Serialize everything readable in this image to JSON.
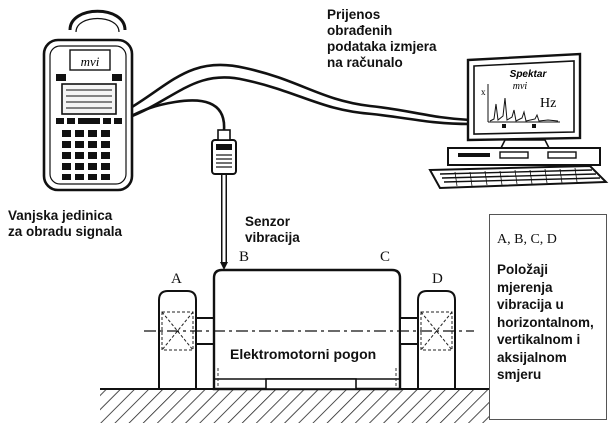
{
  "labels": {
    "transfer": [
      "Prijenos",
      "obrađenih",
      "podataka izmjera",
      "na računalo"
    ],
    "external_unit": [
      "Vanjska jedinica",
      "za obradu signala"
    ],
    "sensor": [
      "Senzor",
      "vibracija"
    ],
    "motor": "Elektromotorni pogon",
    "points": {
      "a": "A",
      "b": "B",
      "c": "C",
      "d": "D"
    }
  },
  "device": {
    "brand": "mvi"
  },
  "monitor": {
    "title": "Spektar",
    "brand": "mvi",
    "y_axis": "x",
    "x_axis": "Hz"
  },
  "legend": {
    "heading": "A, B, C, D",
    "lines": [
      "Položaji",
      "mjerenja",
      "vibracija u",
      "horizontalnom,",
      "vertikalnom i",
      "aksijalnom",
      "smjeru"
    ]
  }
}
